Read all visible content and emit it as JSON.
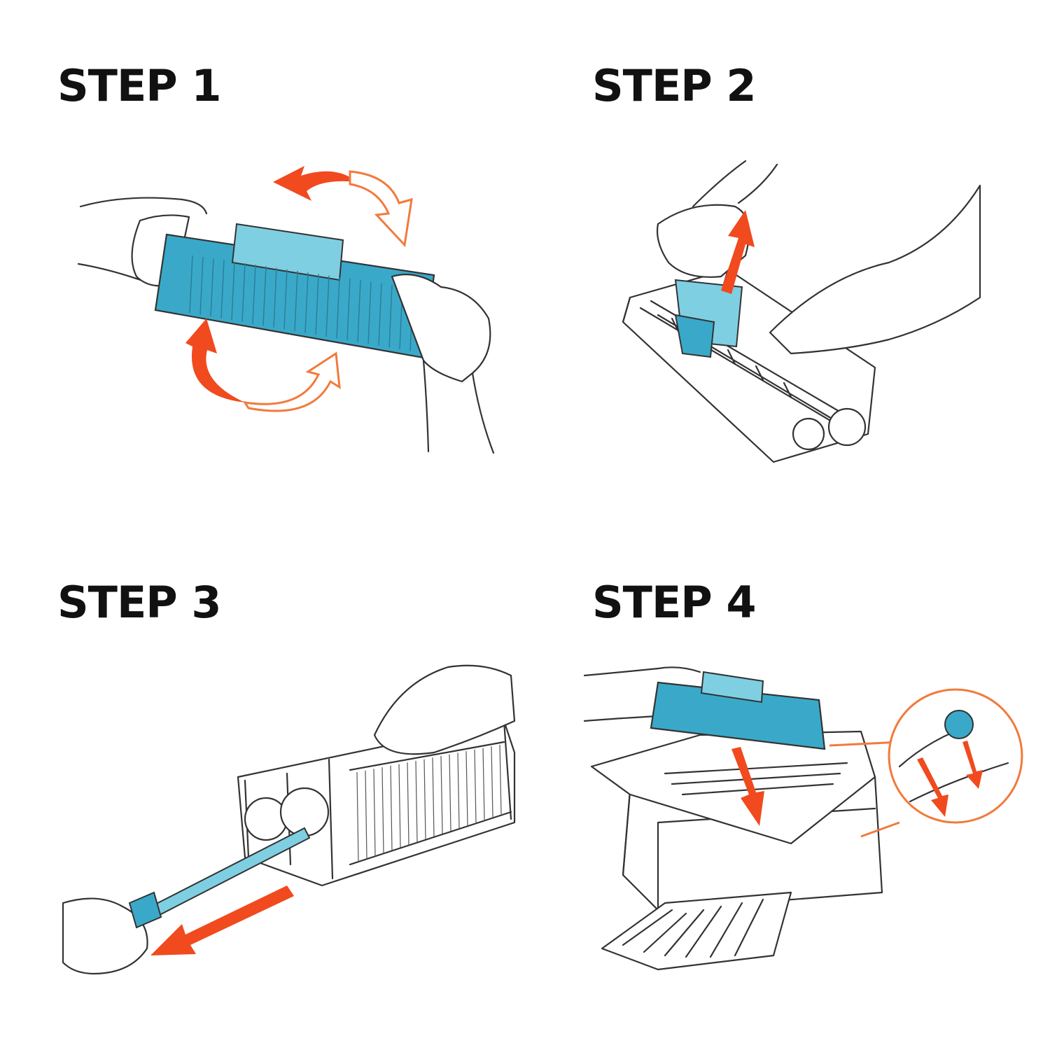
{
  "steps": [
    {
      "title": "STEP 1",
      "illustration": "shake-toner-cartridge"
    },
    {
      "title": "STEP 2",
      "illustration": "remove-seal-tab"
    },
    {
      "title": "STEP 3",
      "illustration": "pull-out-sealing-tape"
    },
    {
      "title": "STEP 4",
      "illustration": "insert-cartridge-into-printer"
    }
  ],
  "colors": {
    "cartridge": "#3aa9c9",
    "cartridge_light": "#7fcfe3",
    "arrow": "#f04a1e",
    "arrow_outline": "#f27a3c",
    "line": "#333333"
  }
}
